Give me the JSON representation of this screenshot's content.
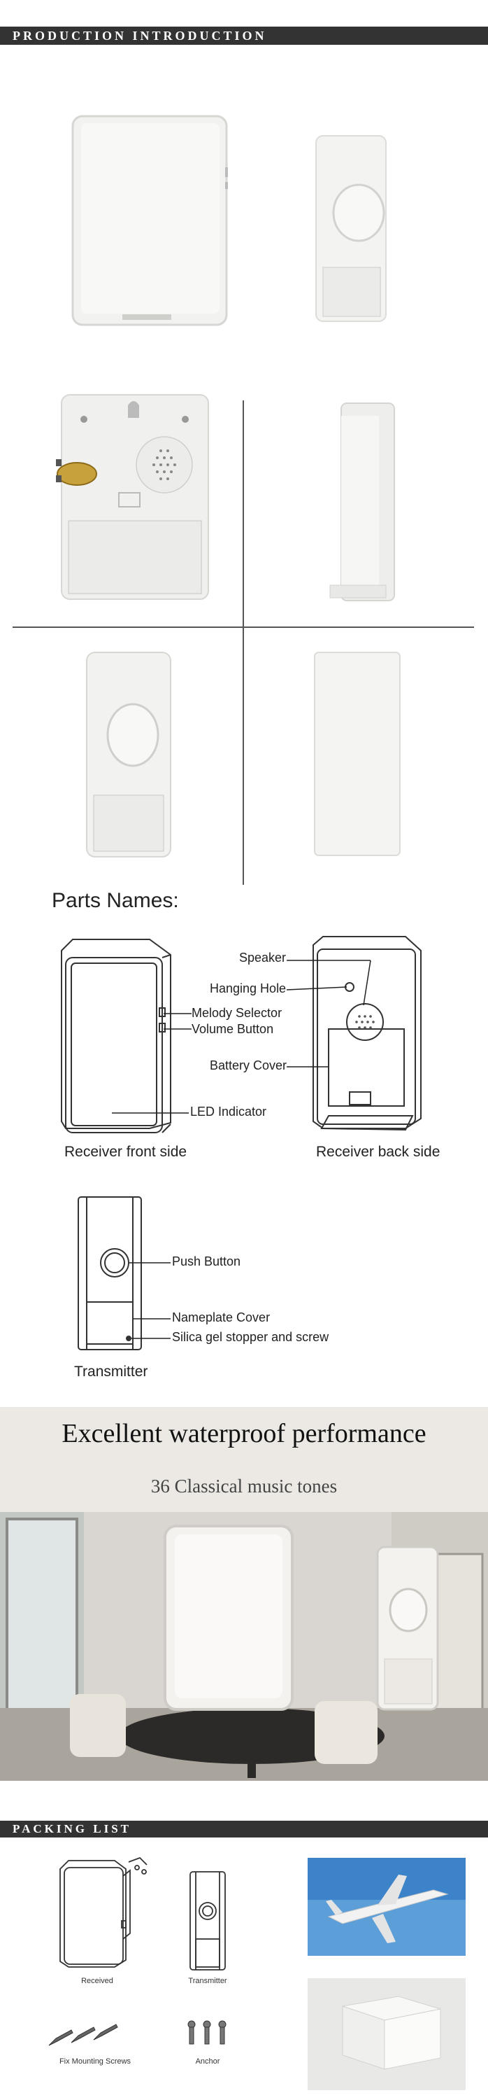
{
  "header": {
    "title": "PRODUCTION INTRODUCTION"
  },
  "parts": {
    "title": "Parts Names:",
    "labels": {
      "speaker": "Speaker",
      "hanging_hole": "Hanging Hole",
      "melody_selector": "Melody Selector",
      "volume_button": "Volume Button",
      "battery_cover": "Battery Cover",
      "led_indicator": "LED Indicator",
      "push_button": "Push Button",
      "nameplate_cover": "Nameplate Cover",
      "silica_gel": "Silica gel stopper and screw"
    },
    "captions": {
      "receiver_front": "Receiver front side",
      "receiver_back": "Receiver back side",
      "transmitter": "Transmitter"
    }
  },
  "promo": {
    "title": "Excellent waterproof performance",
    "subtitle": "36 Classical music tones"
  },
  "packing": {
    "title": "PACKING LIST",
    "items": {
      "received": "Received",
      "transmitter": "Transmitter",
      "screws": "Fix Mounting Screws",
      "anchor": "Anchor"
    }
  }
}
